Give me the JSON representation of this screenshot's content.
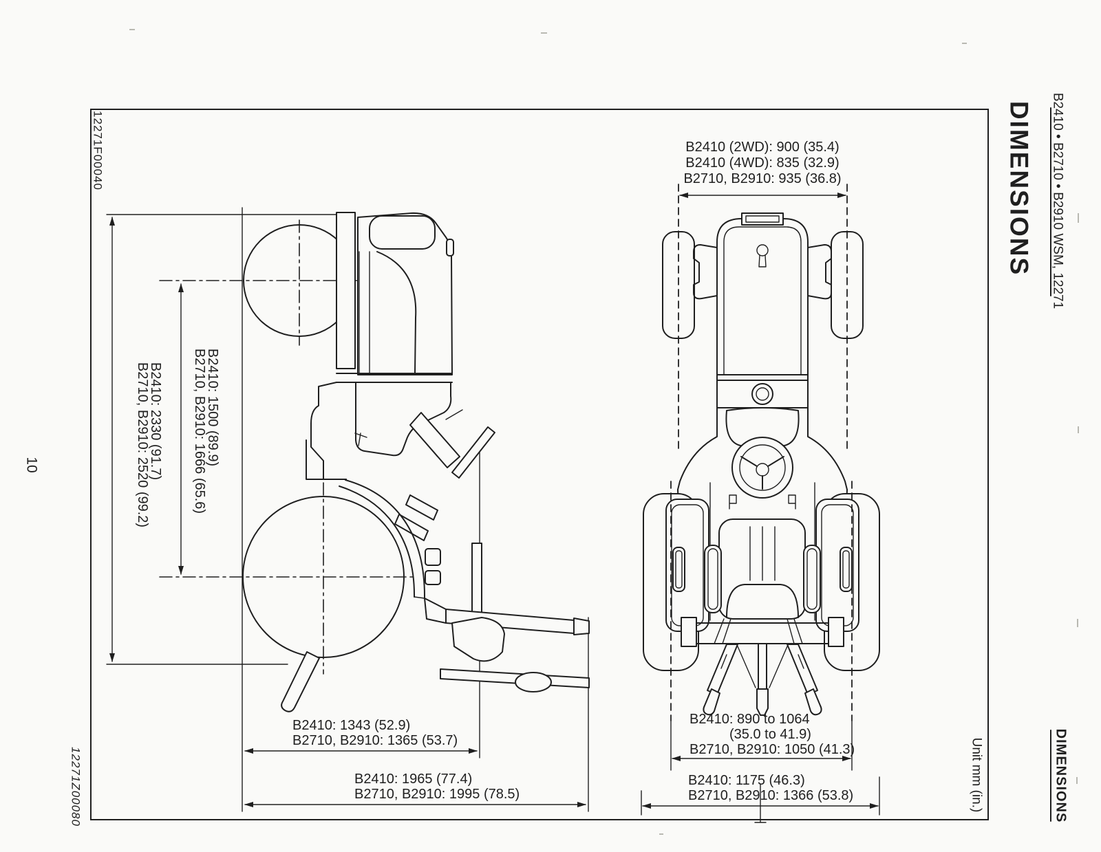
{
  "page": {
    "header": "B2410 • B2710 • B2910 WSM, 12271",
    "title": "DIMENSIONS",
    "footer": "DIMENSIONS",
    "page_number": "10",
    "figure_code_top": "12271F00040",
    "figure_code_bottom": "12271Z00080",
    "unit_note": "Unit mm (in.)"
  },
  "side_view": {
    "overall_length_label": {
      "l1": "B2410: 2330 (91.7)",
      "l2": "B2710, B2910: 2520 (99.2)"
    },
    "wheelbase_label": {
      "l1": "B2410: 1500 (89.9)",
      "l2": "B2710, B2910: 1666 (65.6)"
    },
    "steering_height_label": {
      "l1": "B2410: 1343 (52.9)",
      "l2": "B2710, B2910: 1365 (53.7)"
    },
    "overall_height_label": {
      "l1": "B2410: 1965 (77.4)",
      "l2": "B2710, B2910: 1995 (78.5)"
    }
  },
  "top_view": {
    "front_tread_label": {
      "l1": "B2410 (2WD): 900 (35.4)",
      "l2": "B2410 (4WD): 835 (32.9)",
      "l3": "B2710, B2910: 935 (36.8)"
    },
    "rear_tread_label": {
      "l1": "B2410: 890 to 1064",
      "l2": "(35.0 to 41.9)",
      "l3": "B2710, B2910: 1050 (41.3)"
    },
    "overall_width_label": {
      "l1": "B2410: 1175 (46.3)",
      "l2": "B2710, B2910: 1366 (53.8)"
    }
  },
  "colors": {
    "ink": "#1f1f1f",
    "paper": "#fafaf8"
  }
}
